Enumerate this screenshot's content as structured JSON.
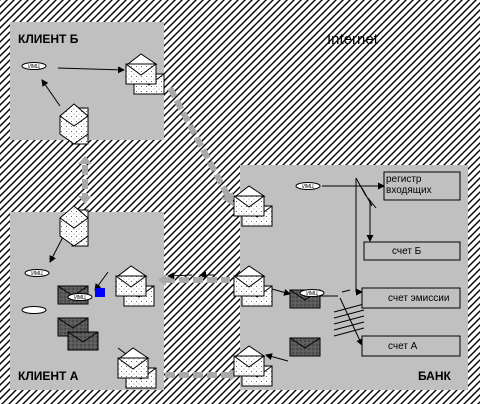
{
  "diagram": {
    "internet_label": "Internet",
    "client_b_label": "КЛИЕНТ Б",
    "client_a_label": "КЛИЕНТ А",
    "bank_label": "БАНК",
    "registry": {
      "incoming": "регистр\nвходящих",
      "account_b": "счет Б",
      "account_emission": "счет эмиссии",
      "account_a": "счет А"
    },
    "token_text": "ИМЦ"
  }
}
